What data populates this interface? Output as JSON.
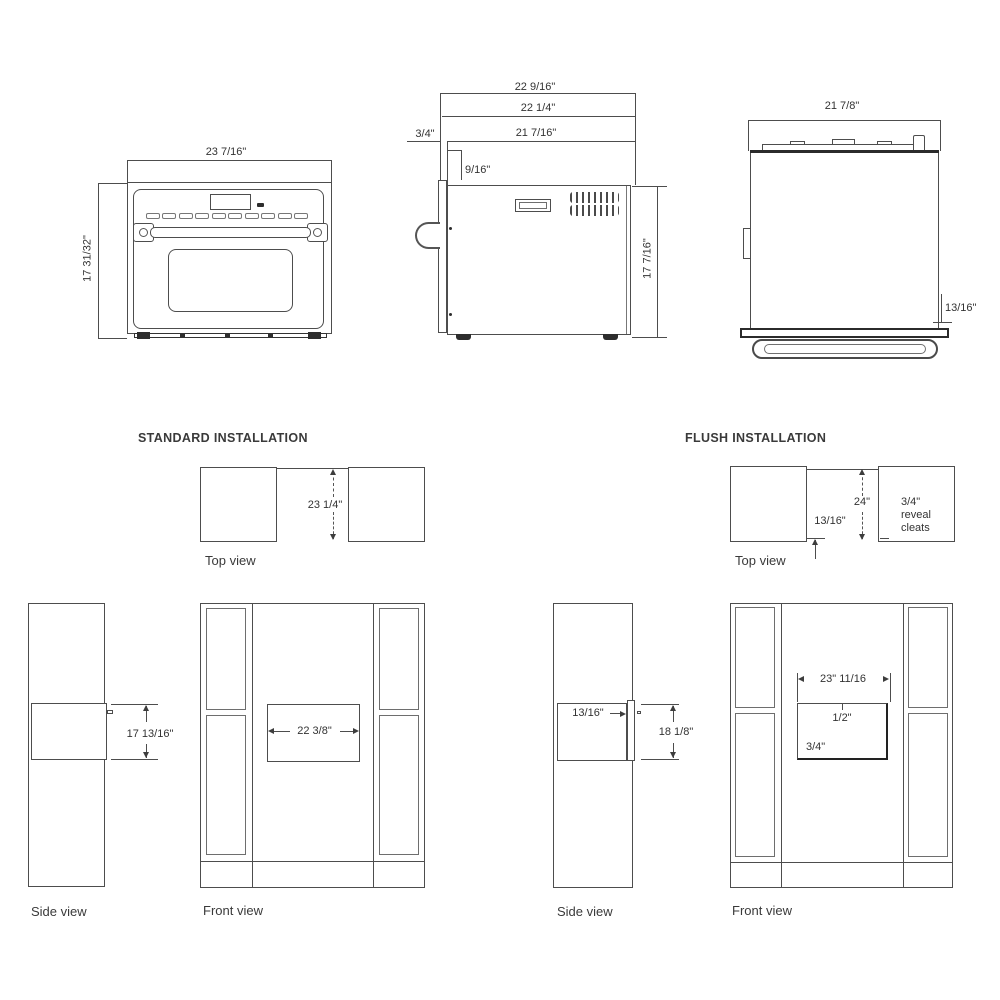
{
  "product_views": {
    "front": {
      "width": "23 7/16\"",
      "height": "17 31/32\""
    },
    "side": {
      "depth_overall": "22 9/16\"",
      "depth_mid": "22 1/4\"",
      "door_thickness": "3/4\"",
      "depth_body": "21 7/16\"",
      "offset": "9/16\"",
      "height": "17 7/16\""
    },
    "rear": {
      "width": "21 7/8\"",
      "base_height": "13/16\""
    }
  },
  "standard": {
    "title": "STANDARD INSTALLATION",
    "top_view_label": "Top view",
    "side_view_label": "Side view",
    "front_view_label": "Front view",
    "cutout_depth": "23 1/4\"",
    "opening_height": "17 13/16\"",
    "opening_width": "22 3/8\""
  },
  "flush": {
    "title": "FLUSH INSTALLATION",
    "top_view_label": "Top view",
    "side_view_label": "Side view",
    "front_view_label": "Front view",
    "cutout_depth": "24\"",
    "cleat_offset_top": "13/16\"",
    "reveal_note": {
      "line1": "3/4\"",
      "line2": "reveal",
      "line3": "cleats"
    },
    "cleat_offset_side": "13/16\"",
    "opening_height": "18 1/8\"",
    "opening_width": "23\" 11/16",
    "reveal_top": "1/2\"",
    "reveal_bottom": "3/4\""
  }
}
